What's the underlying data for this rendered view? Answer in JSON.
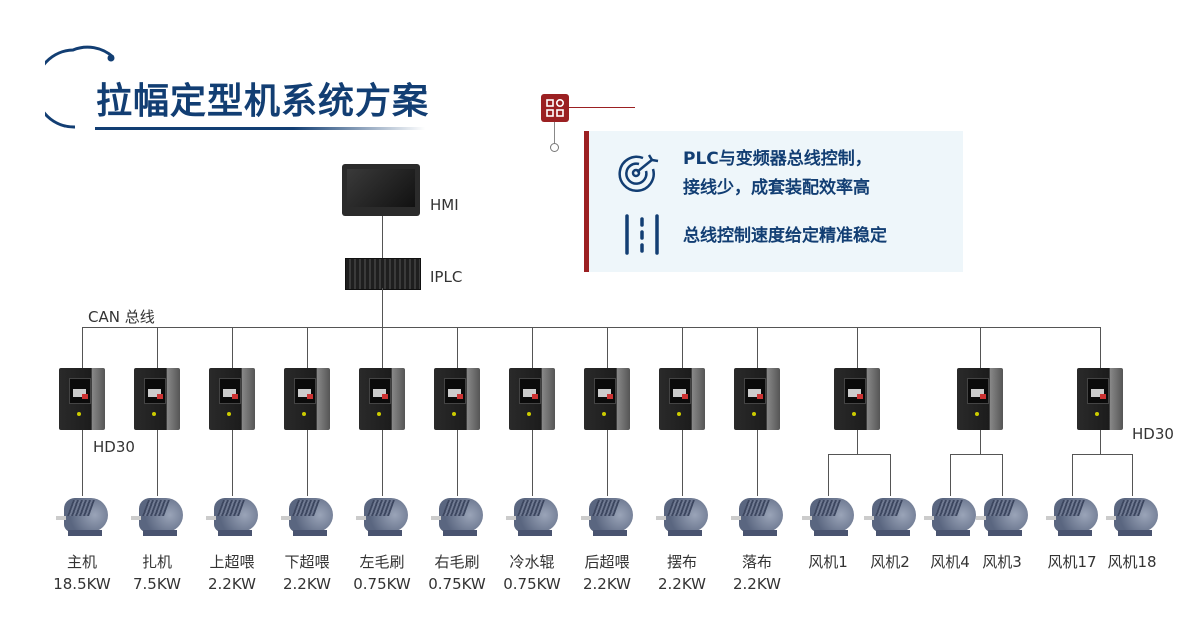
{
  "title": "拉幅定型机系统方案",
  "panel": {
    "line1": "PLC与变频器总线控制，",
    "line2": "接线少，成套装配效率高",
    "line3": "总线控制速度给定精准稳定",
    "accent": "#9b2022",
    "text_color": "#123e73"
  },
  "labels": {
    "hmi": "HMI",
    "plc": "IPLC",
    "bus": "CAN 总线",
    "hd30_left": "HD30",
    "hd30_right": "HD30"
  },
  "motors": [
    {
      "name": "主机",
      "power": "18.5KW"
    },
    {
      "name": "扎机",
      "power": "7.5KW"
    },
    {
      "name": "上超喂",
      "power": "2.2KW"
    },
    {
      "name": "下超喂",
      "power": "2.2KW"
    },
    {
      "name": "左毛刷",
      "power": "0.75KW"
    },
    {
      "name": "右毛刷",
      "power": "0.75KW"
    },
    {
      "name": "冷水辊",
      "power": "0.75KW"
    },
    {
      "name": "后超喂",
      "power": "2.2KW"
    },
    {
      "name": "摆布",
      "power": "2.2KW"
    },
    {
      "name": "落布",
      "power": "2.2KW"
    },
    {
      "name": "风机1"
    },
    {
      "name": "风机2"
    },
    {
      "name": "风机4"
    },
    {
      "name": "风机3"
    },
    {
      "name": "风机17"
    },
    {
      "name": "风机18"
    }
  ]
}
